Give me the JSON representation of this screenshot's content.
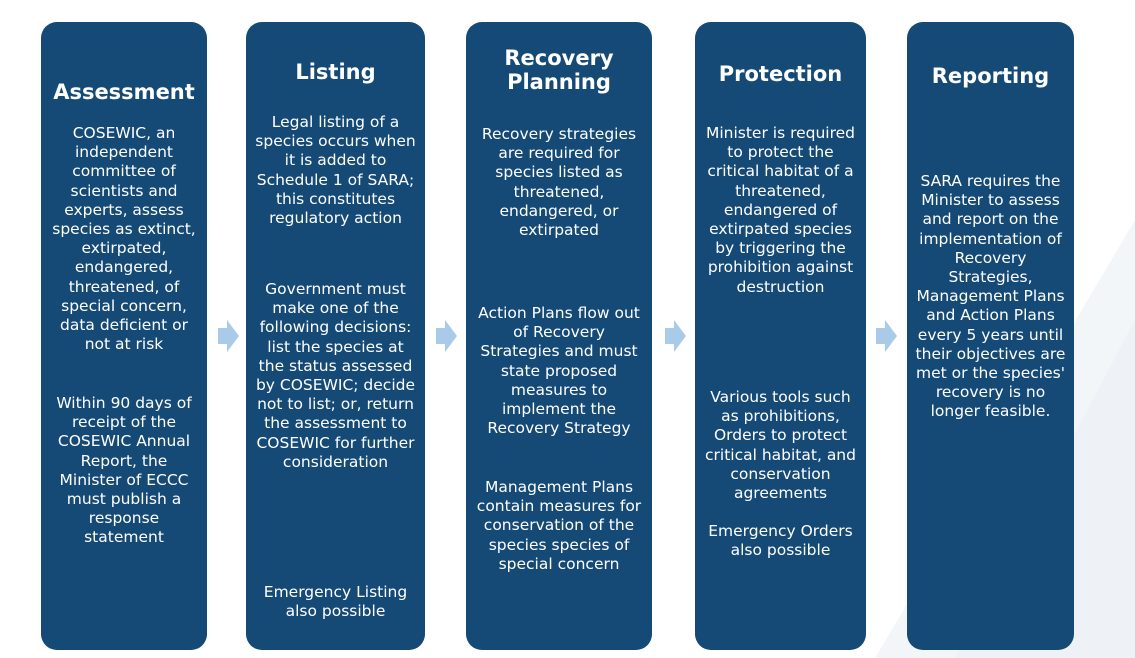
{
  "stages": [
    {
      "title": "Assessment",
      "paragraphs": [
        "COSEWIC, an independent committee of scientists and experts, assess species as extinct, extirpated, endangered, threatened, of special concern, data deficient or not at risk",
        "Within 90 days of receipt of the COSEWIC Annual Report, the Minister of ECCC must publish a response statement"
      ]
    },
    {
      "title": "Listing",
      "paragraphs": [
        "Legal listing of a species occurs when it is added to Schedule 1 of SARA; this constitutes regulatory action",
        "Government must make one of the following decisions: list the species at the status assessed by COSEWIC; decide not to list; or, return the assessment to COSEWIC for further consideration",
        "Emergency Listing also possible"
      ]
    },
    {
      "title": "Recovery Planning",
      "paragraphs": [
        "Recovery strategies are required for species listed as threatened, endangered, or extirpated",
        "Action Plans flow out of Recovery Strategies and must state proposed measures to implement the Recovery Strategy",
        "Management Plans contain measures for conservation of the species species of special concern"
      ]
    },
    {
      "title": "Protection",
      "paragraphs": [
        "Minister is required to protect the critical habitat of a threatened, endangered of extirpated species by triggering the prohibition against destruction",
        "Various tools such as prohibitions, Orders to protect critical habitat, and conservation agreements",
        "Emergency Orders also possible"
      ]
    },
    {
      "title": "Reporting",
      "paragraphs": [
        "SARA requires the Minister to assess and report on the implementation of Recovery Strategies, Management Plans and Action Plans every 5 years until their objectives are met or the species' recovery is no longer feasible."
      ]
    }
  ],
  "colors": {
    "panel": "#154a76",
    "text": "#ffffff",
    "arrow": "#a9cbe8"
  }
}
